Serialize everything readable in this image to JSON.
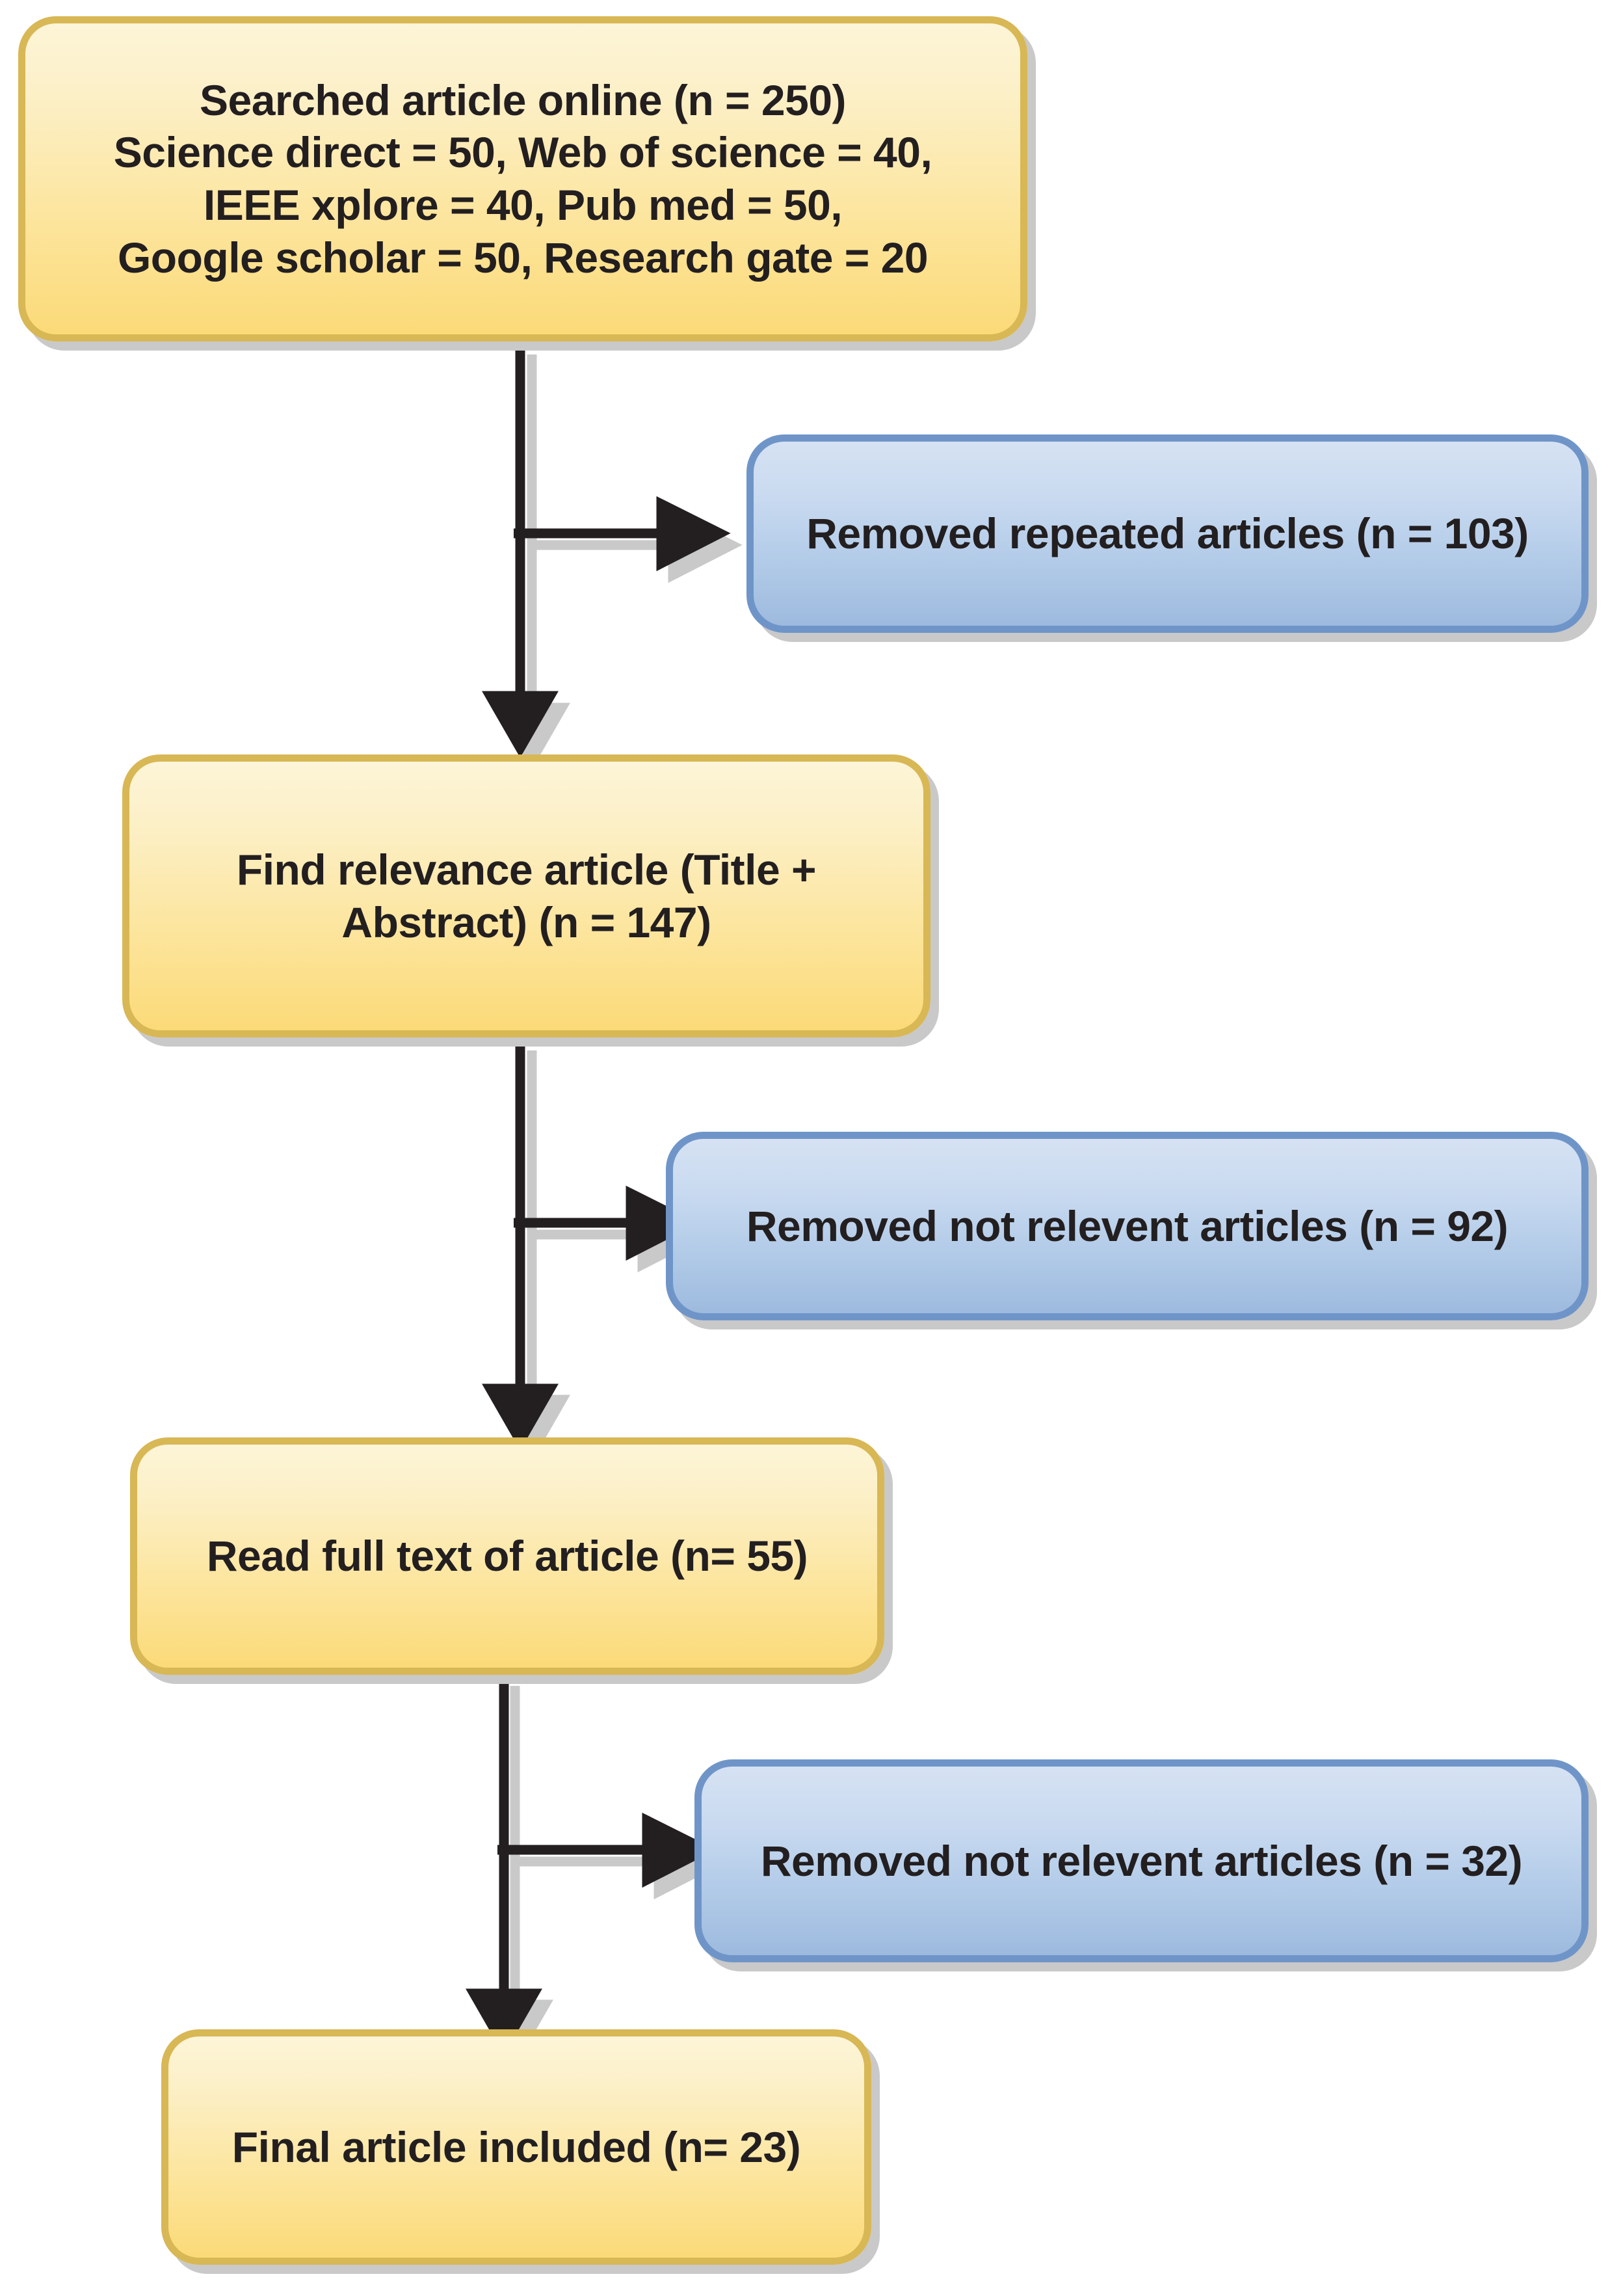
{
  "diagram": {
    "type": "prisma-flowchart",
    "background_color": "#ffffff",
    "palette": {
      "process_fill_top": "#FDF5D8",
      "process_fill_bottom": "#FBDA78",
      "process_border": "#D8B755",
      "exclusion_fill_top": "#D6E2F3",
      "exclusion_fill_bottom": "#9DBADE",
      "exclusion_border": "#6F95C8",
      "connector": "#231F20",
      "shadow": "#C9C9C9"
    },
    "nodes": {
      "identification": {
        "text": "Searched article online (n = 250)\nScience direct = 50,  Web of science = 40,\nIEEE xplore = 40,   Pub med = 50,\nGoogle scholar = 50,  Research gate = 20",
        "count": 250,
        "sources": [
          {
            "name": "Science direct",
            "count": 50
          },
          {
            "name": "Web of science",
            "count": 40
          },
          {
            "name": "IEEE xplore",
            "count": 40
          },
          {
            "name": "Pub med",
            "count": 50
          },
          {
            "name": "Google scholar",
            "count": 50
          },
          {
            "name": "Research gate",
            "count": 20
          }
        ]
      },
      "removed_duplicates": {
        "text": "Removed repeated articles (n = 103)",
        "count": 103
      },
      "screening": {
        "text": "Find relevance article (Title +\nAbstract) (n = 147)",
        "count": 147
      },
      "removed_screening": {
        "text": "Removed not relevent articles (n = 92)",
        "count": 92
      },
      "eligibility": {
        "text": "Read full text of article (n= 55)",
        "count": 55
      },
      "removed_eligibility": {
        "text": "Removed not relevent articles (n = 32)",
        "count": 32
      },
      "included": {
        "text": "Final article included  (n= 23)",
        "count": 23
      }
    }
  }
}
